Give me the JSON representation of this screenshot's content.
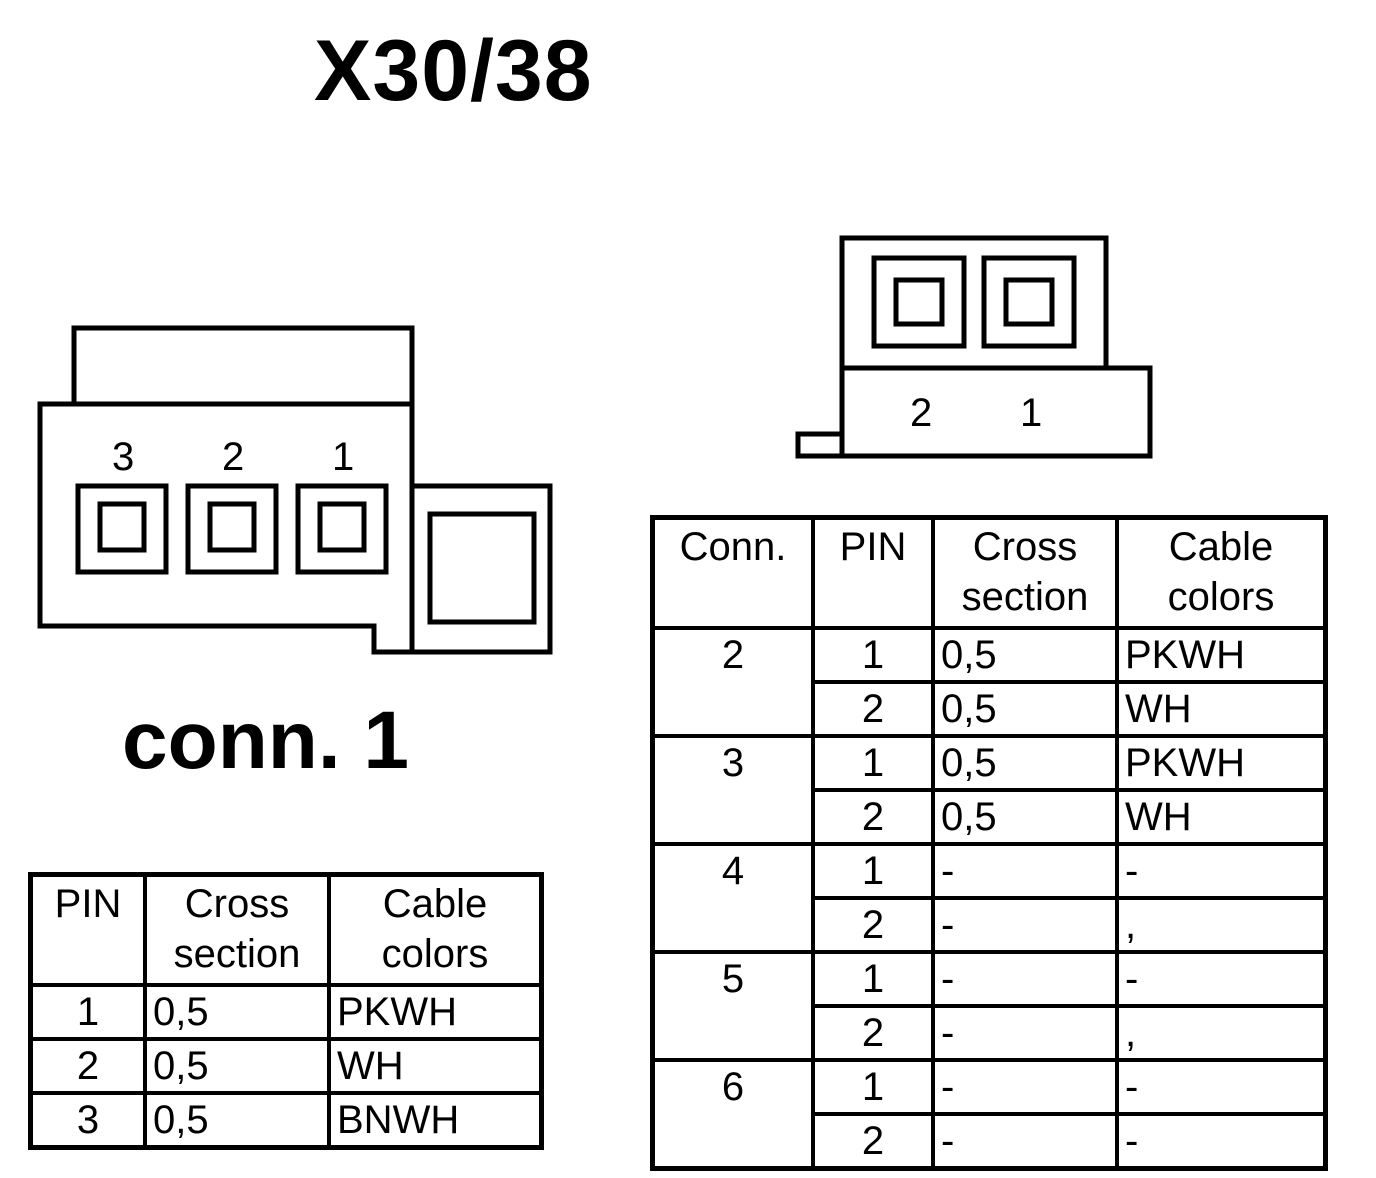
{
  "title": "X30/38",
  "connector1": {
    "label": "conn. 1",
    "pin_labels": [
      "3",
      "2",
      "1"
    ]
  },
  "connector2": {
    "pin_labels": [
      "2",
      "1"
    ]
  },
  "table1": {
    "headers": {
      "pin": "PIN",
      "cross_1": "Cross",
      "cross_2": "section",
      "cable_1": "Cable",
      "cable_2": "colors"
    },
    "rows": [
      {
        "pin": "1",
        "cross": "0,5",
        "color": "PKWH"
      },
      {
        "pin": "2",
        "cross": "0,5",
        "color": "WH"
      },
      {
        "pin": "3",
        "cross": "0,5",
        "color": "BNWH"
      }
    ]
  },
  "table2": {
    "headers": {
      "conn": "Conn.",
      "pin": "PIN",
      "cross_1": "Cross",
      "cross_2": "section",
      "cable_1": "Cable",
      "cable_2": "colors"
    },
    "groups": [
      {
        "conn": "2",
        "rows": [
          {
            "pin": "1",
            "cross": "0,5",
            "color": "PKWH"
          },
          {
            "pin": "2",
            "cross": "0,5",
            "color": "WH"
          }
        ]
      },
      {
        "conn": "3",
        "rows": [
          {
            "pin": "1",
            "cross": "0,5",
            "color": "PKWH"
          },
          {
            "pin": "2",
            "cross": "0,5",
            "color": "WH"
          }
        ]
      },
      {
        "conn": "4",
        "rows": [
          {
            "pin": "1",
            "cross": "-",
            "color": "-"
          },
          {
            "pin": "2",
            "cross": "-",
            "color": ","
          }
        ]
      },
      {
        "conn": "5",
        "rows": [
          {
            "pin": "1",
            "cross": "-",
            "color": "-"
          },
          {
            "pin": "2",
            "cross": "-",
            "color": ","
          }
        ]
      },
      {
        "conn": "6",
        "rows": [
          {
            "pin": "1",
            "cross": "-",
            "color": "-"
          },
          {
            "pin": "2",
            "cross": "-",
            "color": "-"
          }
        ]
      }
    ]
  }
}
